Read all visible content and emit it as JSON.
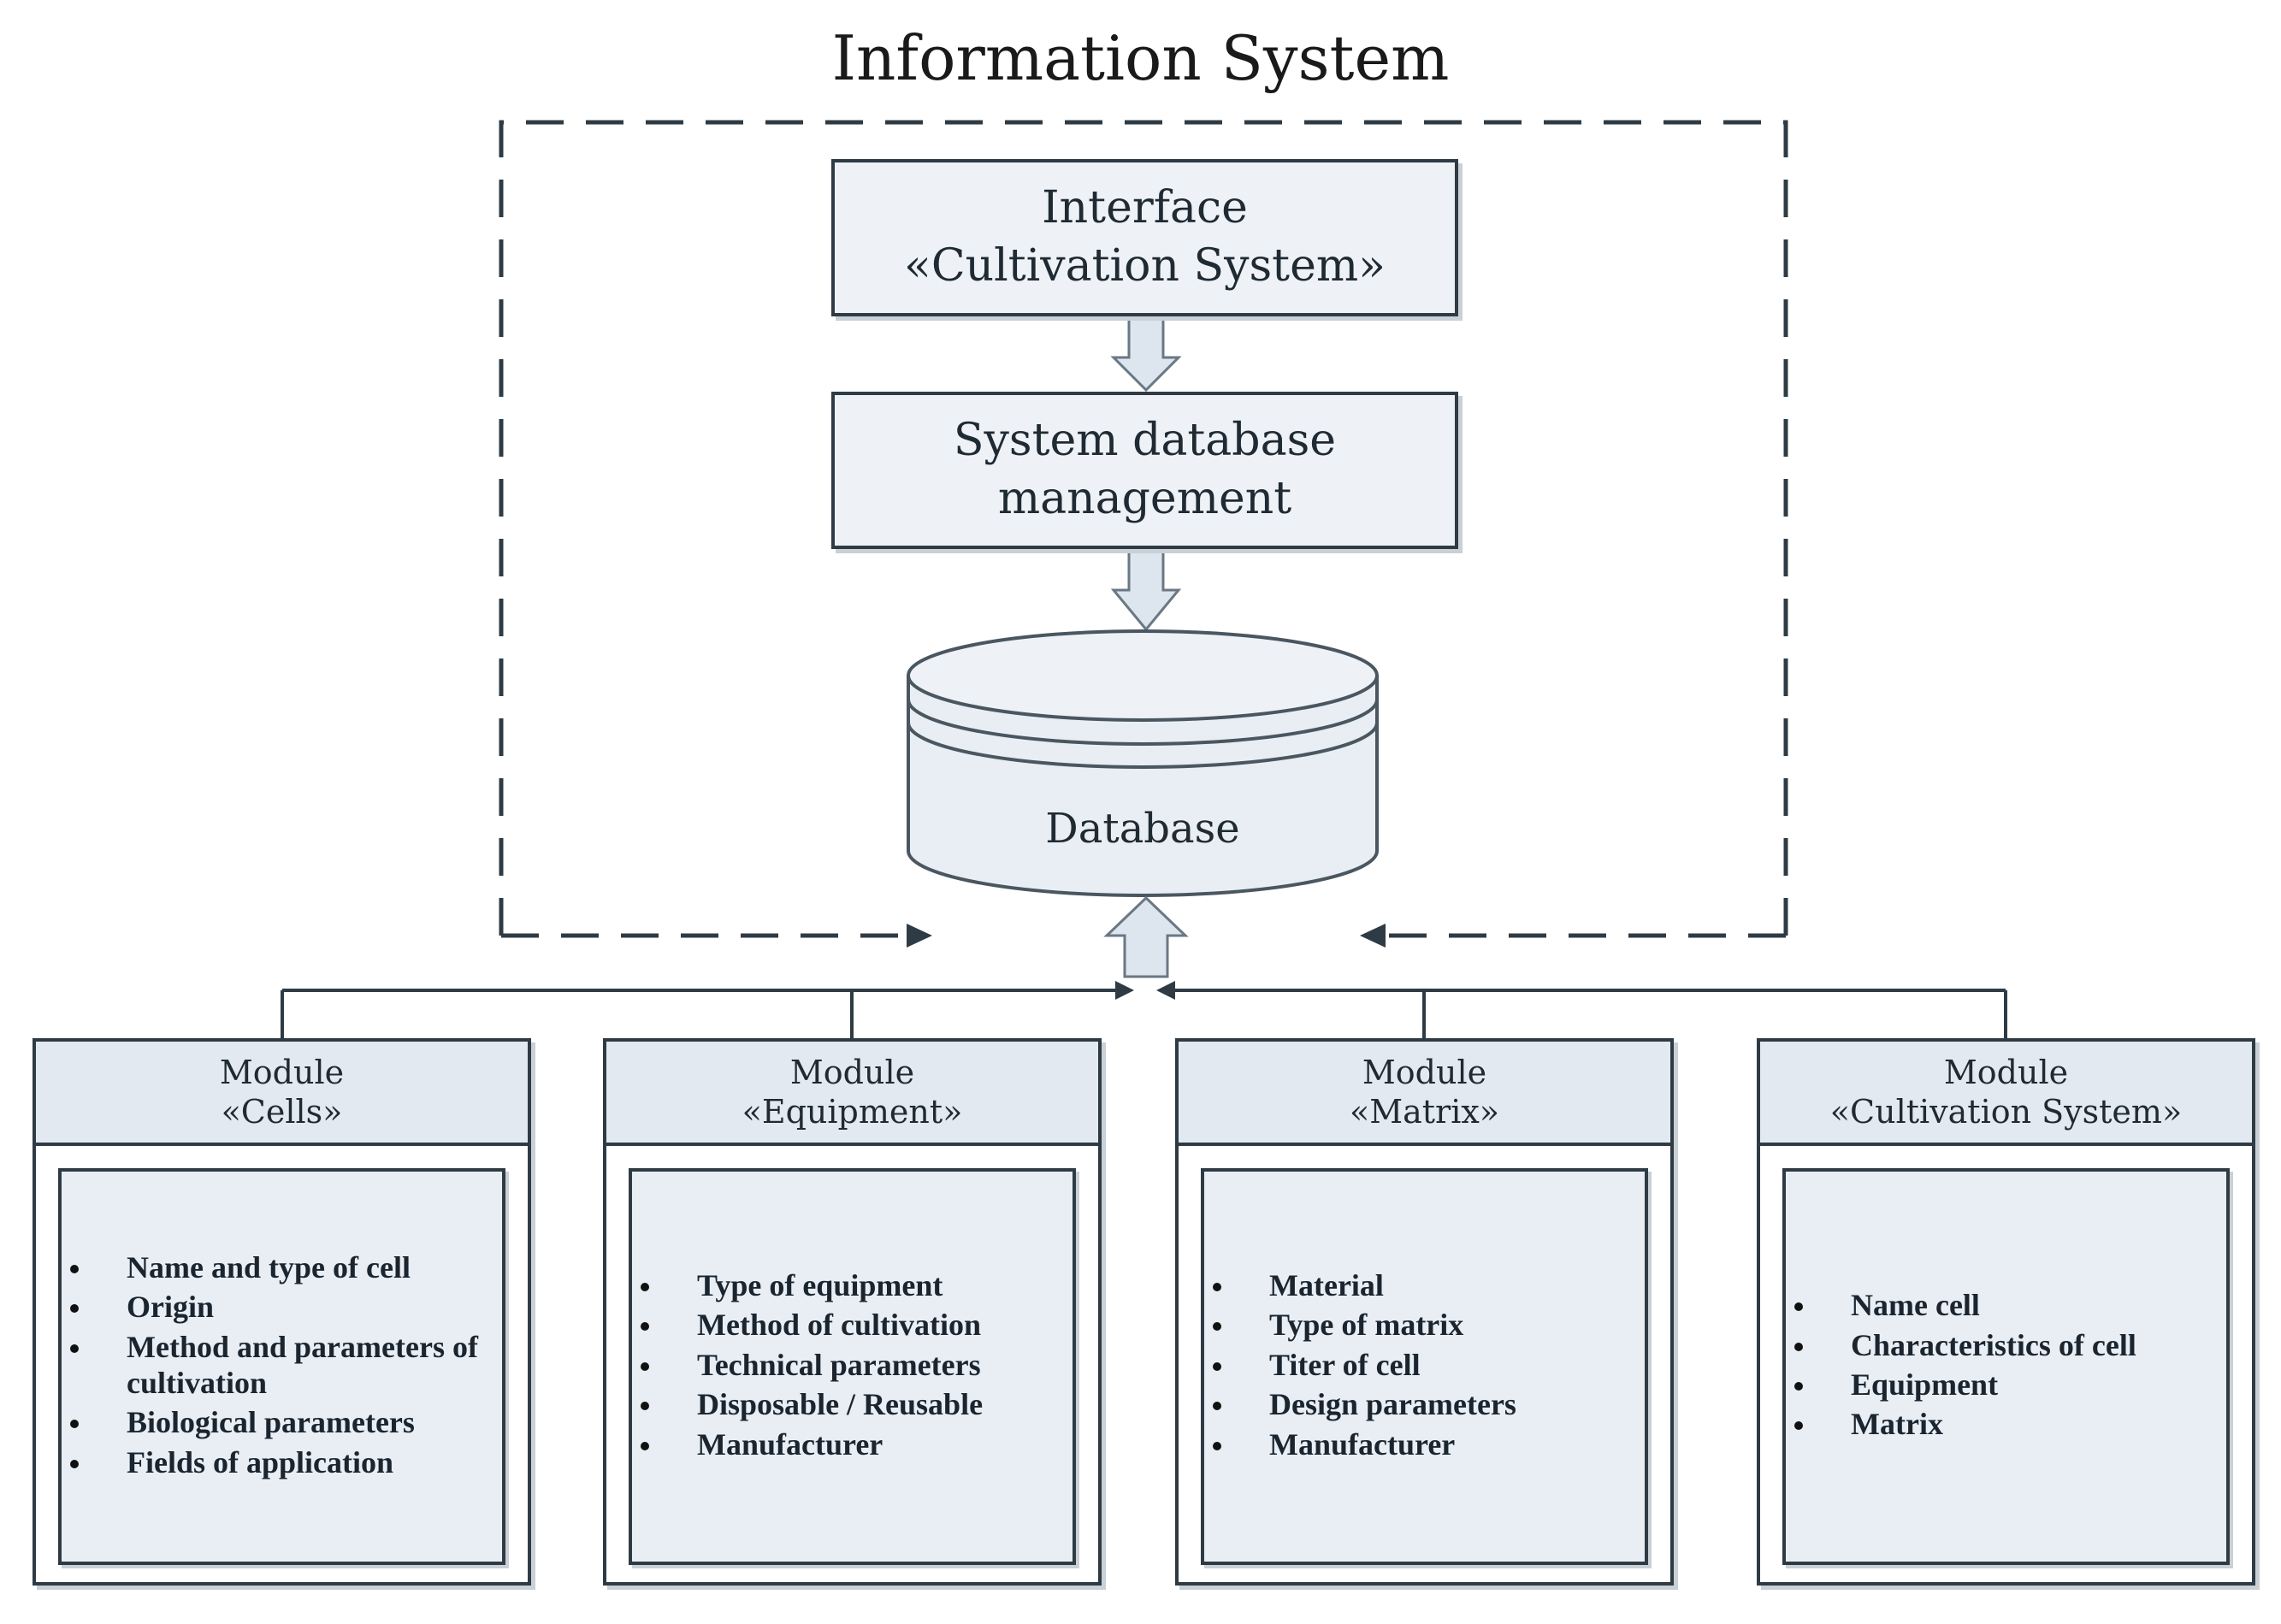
{
  "title": "Information System",
  "interface": {
    "line1": "Interface",
    "line2": "«Cultivation System»"
  },
  "dbms": {
    "label": "System database management"
  },
  "database": {
    "label": "Database"
  },
  "modules": [
    {
      "header_line1": "Module",
      "header_line2": "«Cells»",
      "items": [
        "Name and type of cell",
        "Origin",
        "Method and parameters of cultivation",
        "Biological parameters",
        "Fields of application"
      ]
    },
    {
      "header_line1": "Module",
      "header_line2": "«Equipment»",
      "items": [
        "Type of equipment",
        "Method of cultivation",
        "Technical parameters",
        "Disposable / Reusable",
        "Manufacturer"
      ]
    },
    {
      "header_line1": "Module",
      "header_line2": "«Matrix»",
      "items": [
        "Material",
        "Type of matrix",
        "Titer of cell",
        "Design parameters",
        "Manufacturer"
      ]
    },
    {
      "header_line1": "Module",
      "header_line2": "«Cultivation System»",
      "items": [
        "Name cell",
        "Characteristics of cell",
        "Equipment",
        "Matrix"
      ]
    }
  ],
  "colors": {
    "box_fill": "#eef2f6",
    "header_fill": "#e2e9f0",
    "inner_fill": "#e8eef4",
    "stroke": "#2f3b44",
    "arrow_fill": "#dde5ee"
  }
}
